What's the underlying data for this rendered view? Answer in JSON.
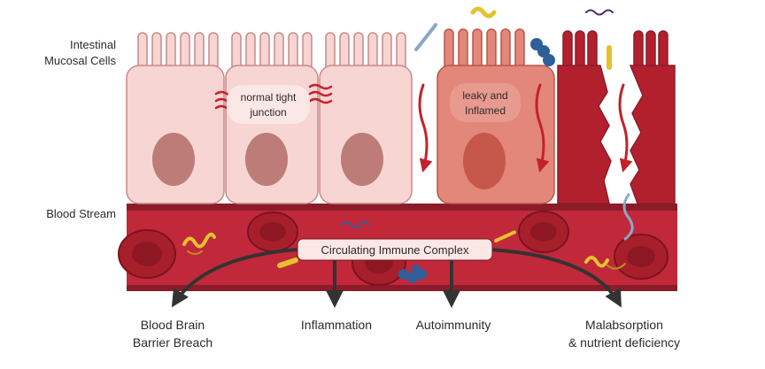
{
  "labels": {
    "intestinal_line1": "Intestinal",
    "intestinal_line2": "Mucosal Cells",
    "blood_stream": "Blood Stream",
    "normal_line1": "normal tight",
    "normal_line2": "junction",
    "leaky_line1": "leaky and",
    "leaky_line2": "Inflamed",
    "immune_complex": "Circulating Immune Complex"
  },
  "outcomes": [
    {
      "line1": "Blood Brain",
      "line2": "Barrier Breach"
    },
    {
      "line1": "Inflammation",
      "line2": ""
    },
    {
      "line1": "Autoimmunity",
      "line2": ""
    },
    {
      "line1": "Malabsorption",
      "line2": "& nutrient deficiency"
    }
  ],
  "colors": {
    "normal_cell": "#f6d5d3",
    "normal_cell_stroke": "#c98a88",
    "nucleus": "#bd7c78",
    "leaky_cell": "#e2877a",
    "damaged_cell": "#b3202d",
    "vessel": "#c1283a",
    "vessel_border": "#8c1b2a",
    "rbc": "#a81f2c",
    "arrow_red": "#c4212b",
    "arrow_dark": "#333333",
    "protein_yellow": "#e3c22e",
    "protein_blue": "#2f5f9a",
    "label_box": "#fbe7e5"
  },
  "icons": [
    "tight-junction-icon",
    "red-blood-cell-icon",
    "protein-fragment-icon",
    "bacteria-icon",
    "toxin-icon"
  ]
}
